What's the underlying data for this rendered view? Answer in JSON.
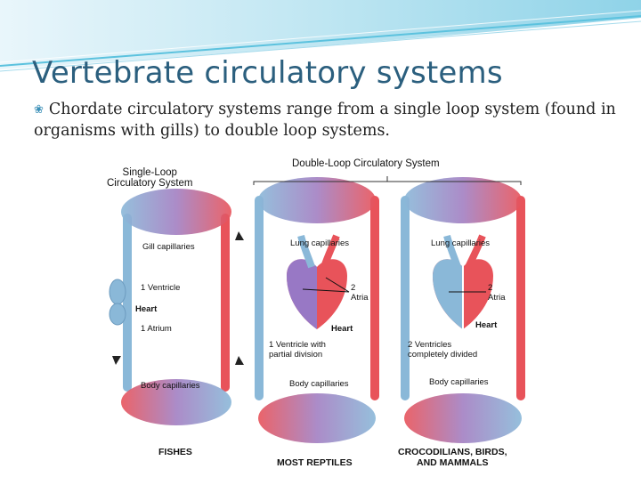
{
  "slide": {
    "title": "Vertebrate circulatory systems",
    "bullet_text": "Chordate circulatory systems range from a single loop system (found in organisms with gills) to double loop systems."
  },
  "figure": {
    "single_loop_header": "Single-Loop\nCirculatory System",
    "double_loop_header": "Double-Loop Circulatory System",
    "fish": {
      "gill_capillaries": "Gill capillaries",
      "ventricle": "1 Ventricle",
      "heart": "Heart",
      "atrium": "1 Atrium",
      "body_capillaries": "Body capillaries",
      "caption": "FISHES"
    },
    "reptile": {
      "lung_capillaries": "Lung capillaries",
      "atria": "2\nAtria",
      "heart": "Heart",
      "ventricle_note": "1 Ventricle with\npartial division",
      "body_capillaries": "Body capillaries",
      "caption": "MOST REPTILES"
    },
    "bird": {
      "lung_capillaries": "Lung capillaries",
      "atria": "2\nAtria",
      "heart": "Heart",
      "ventricle_note": "2 Ventricles\ncompletely divided",
      "body_capillaries": "Body capillaries",
      "caption": "CROCODILIANS, BIRDS,\nAND MAMMALS"
    }
  },
  "colors": {
    "title": "#2b5f7e",
    "bullet_icon": "#3a8fb7",
    "oxygenated": "#e8535a",
    "deoxygenated": "#8ab8d8",
    "capillary_purple": "#a27fc2"
  }
}
